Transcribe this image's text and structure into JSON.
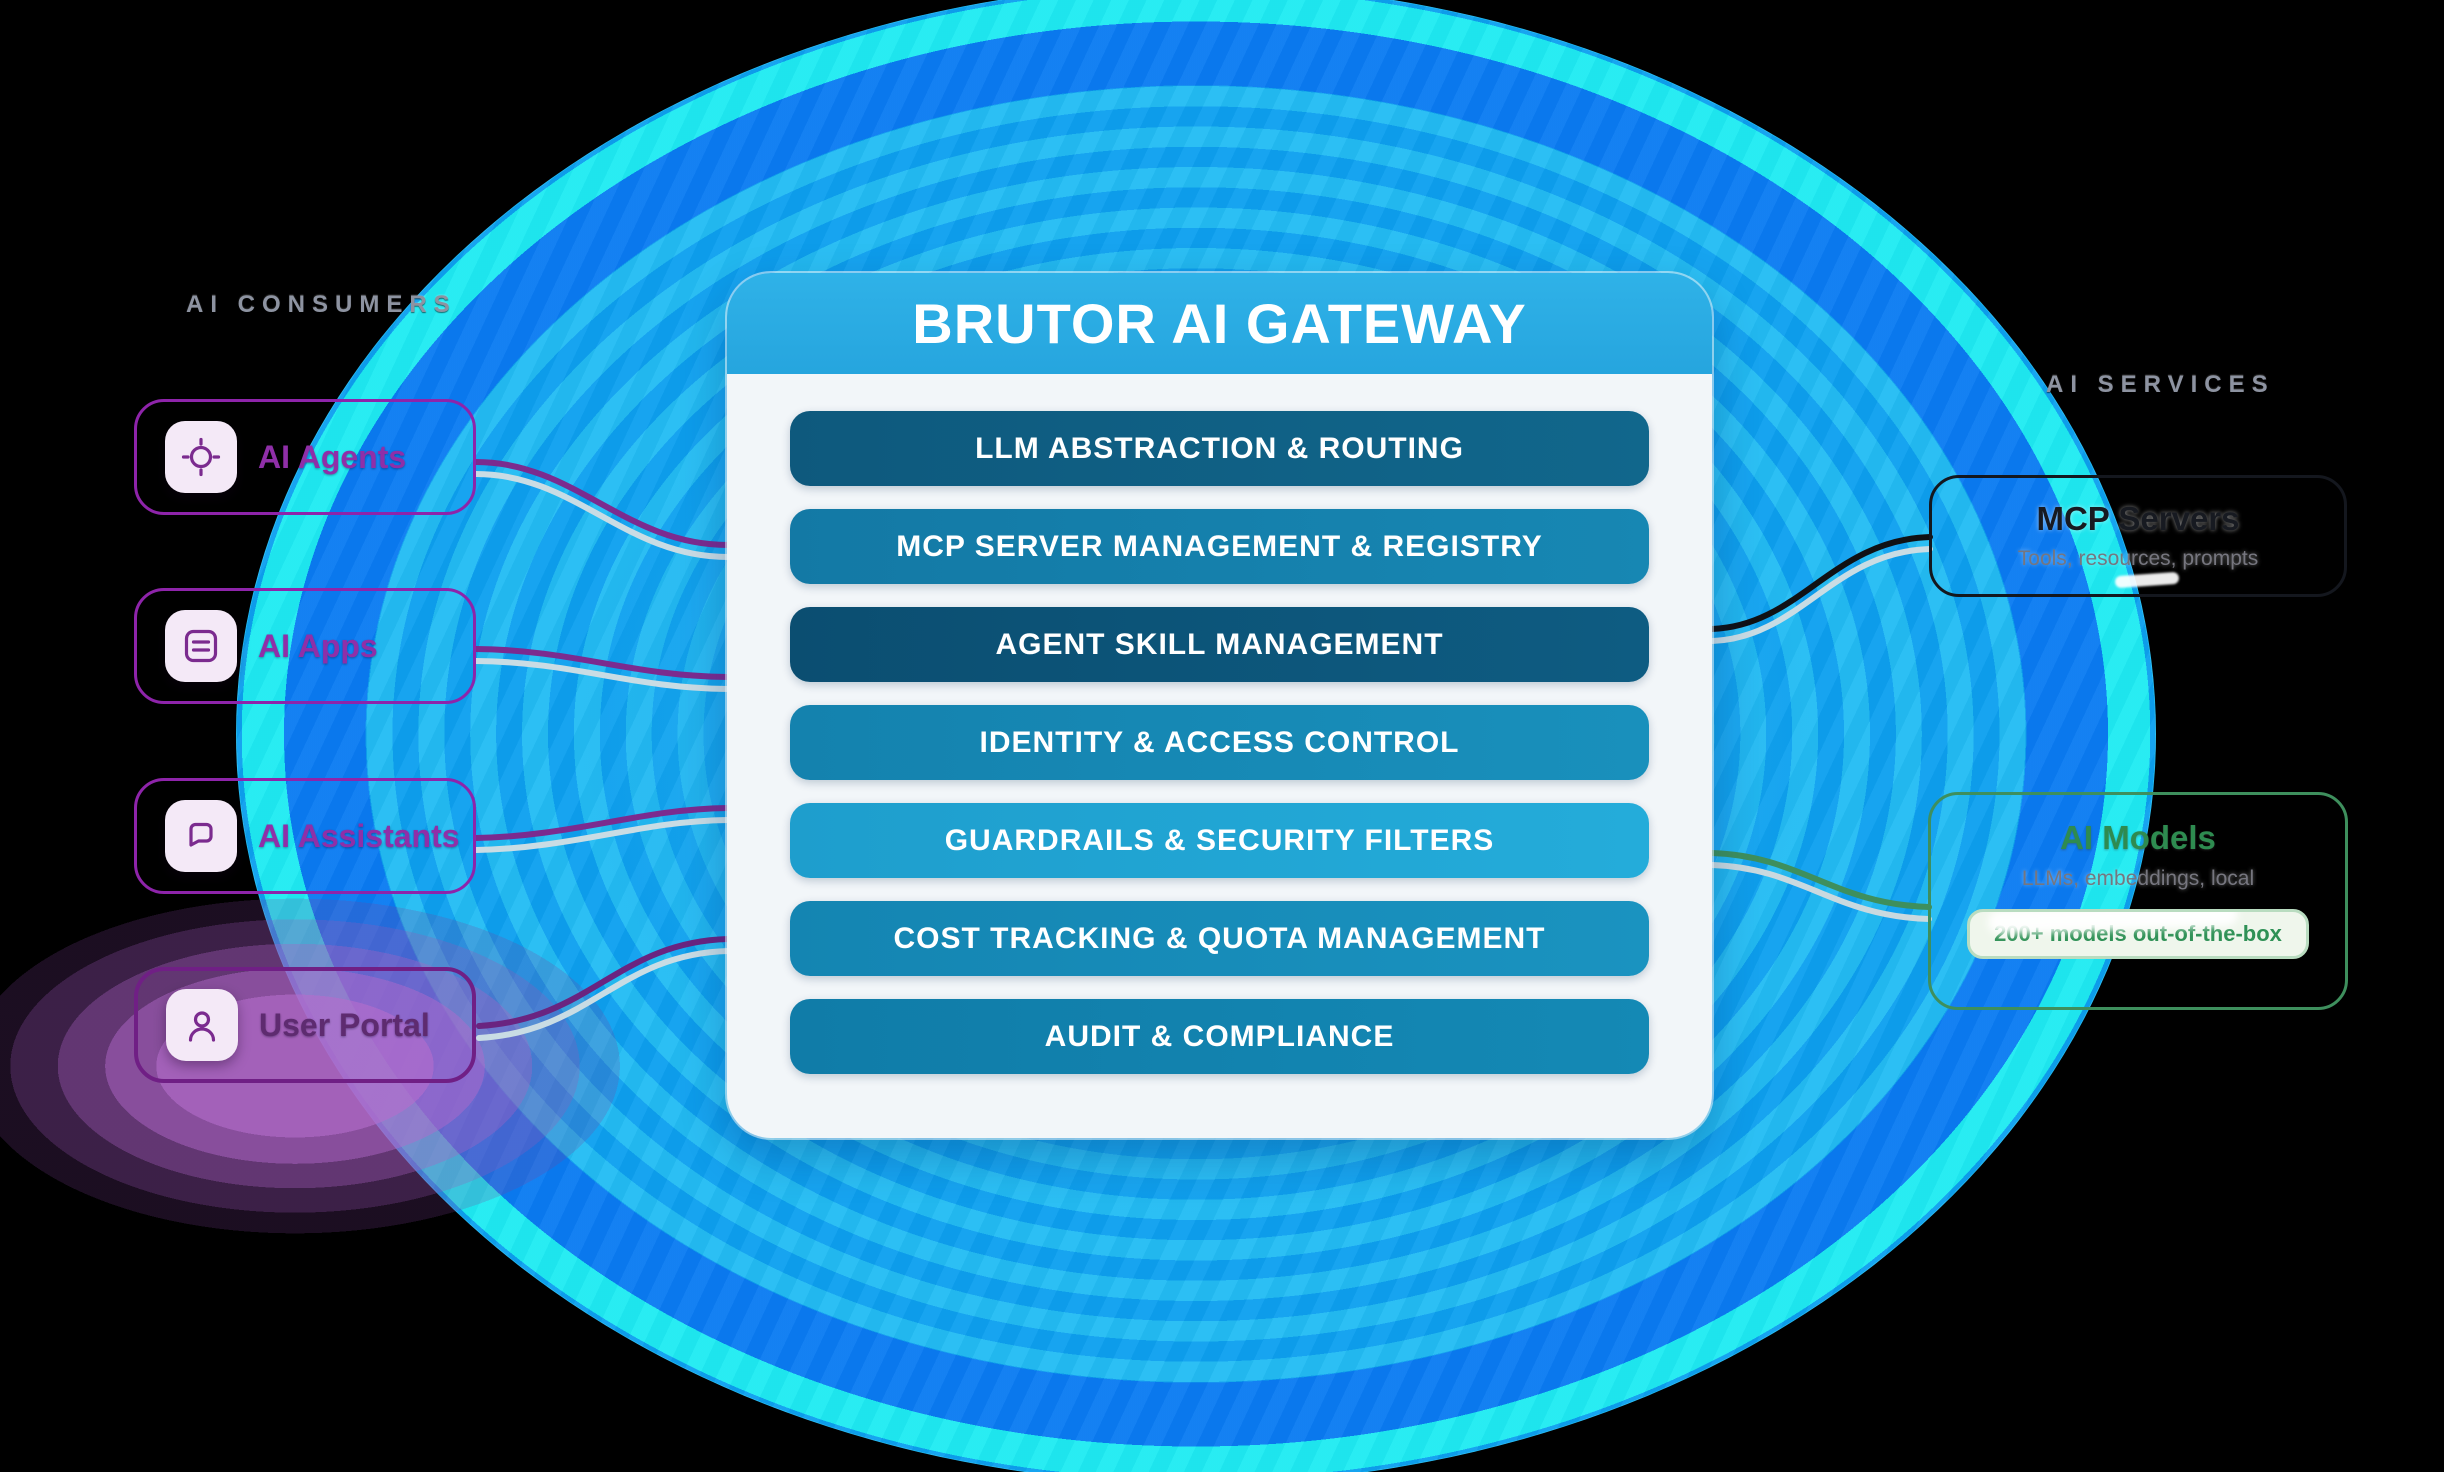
{
  "consumers": {
    "heading": "AI CONSUMERS",
    "items": [
      {
        "label": "AI Agents",
        "icon": "target-icon"
      },
      {
        "label": "AI Apps",
        "icon": "apps-icon"
      },
      {
        "label": "AI Assistants",
        "icon": "chat-bubble-icon"
      },
      {
        "label": "User Portal",
        "icon": "user-icon"
      }
    ]
  },
  "gateway": {
    "title": "BRUTOR AI GATEWAY",
    "modules": [
      "LLM ABSTRACTION & ROUTING",
      "MCP SERVER MANAGEMENT & REGISTRY",
      "AGENT SKILL MANAGEMENT",
      "IDENTITY & ACCESS CONTROL",
      "GUARDRAILS & SECURITY FILTERS",
      "COST TRACKING & QUOTA MANAGEMENT",
      "AUDIT & COMPLIANCE"
    ]
  },
  "services": {
    "heading": "AI SERVICES",
    "items": [
      {
        "title": "MCP Servers",
        "subtitle": "Tools, resources, prompts"
      },
      {
        "title": "AI Models",
        "subtitle": "LLMs, embeddings, local",
        "badge": "200+ models out-of-the-box"
      }
    ]
  },
  "colors": {
    "background": "#000000",
    "circle_rim_cyan": "#1FEBF2",
    "circle_blue": "#0A7BF2",
    "panel_header_blue": "#2AACE3",
    "panel_body": "#F2F6F9",
    "module_dark_teal": "#0E597D",
    "consumer_purple": "#8E24AA",
    "user_portal_purple": "#5E2B70",
    "mcp_border_dark": "#14171E",
    "models_green": "#3E8F5D",
    "badge_bg": "#EFF6EC"
  }
}
